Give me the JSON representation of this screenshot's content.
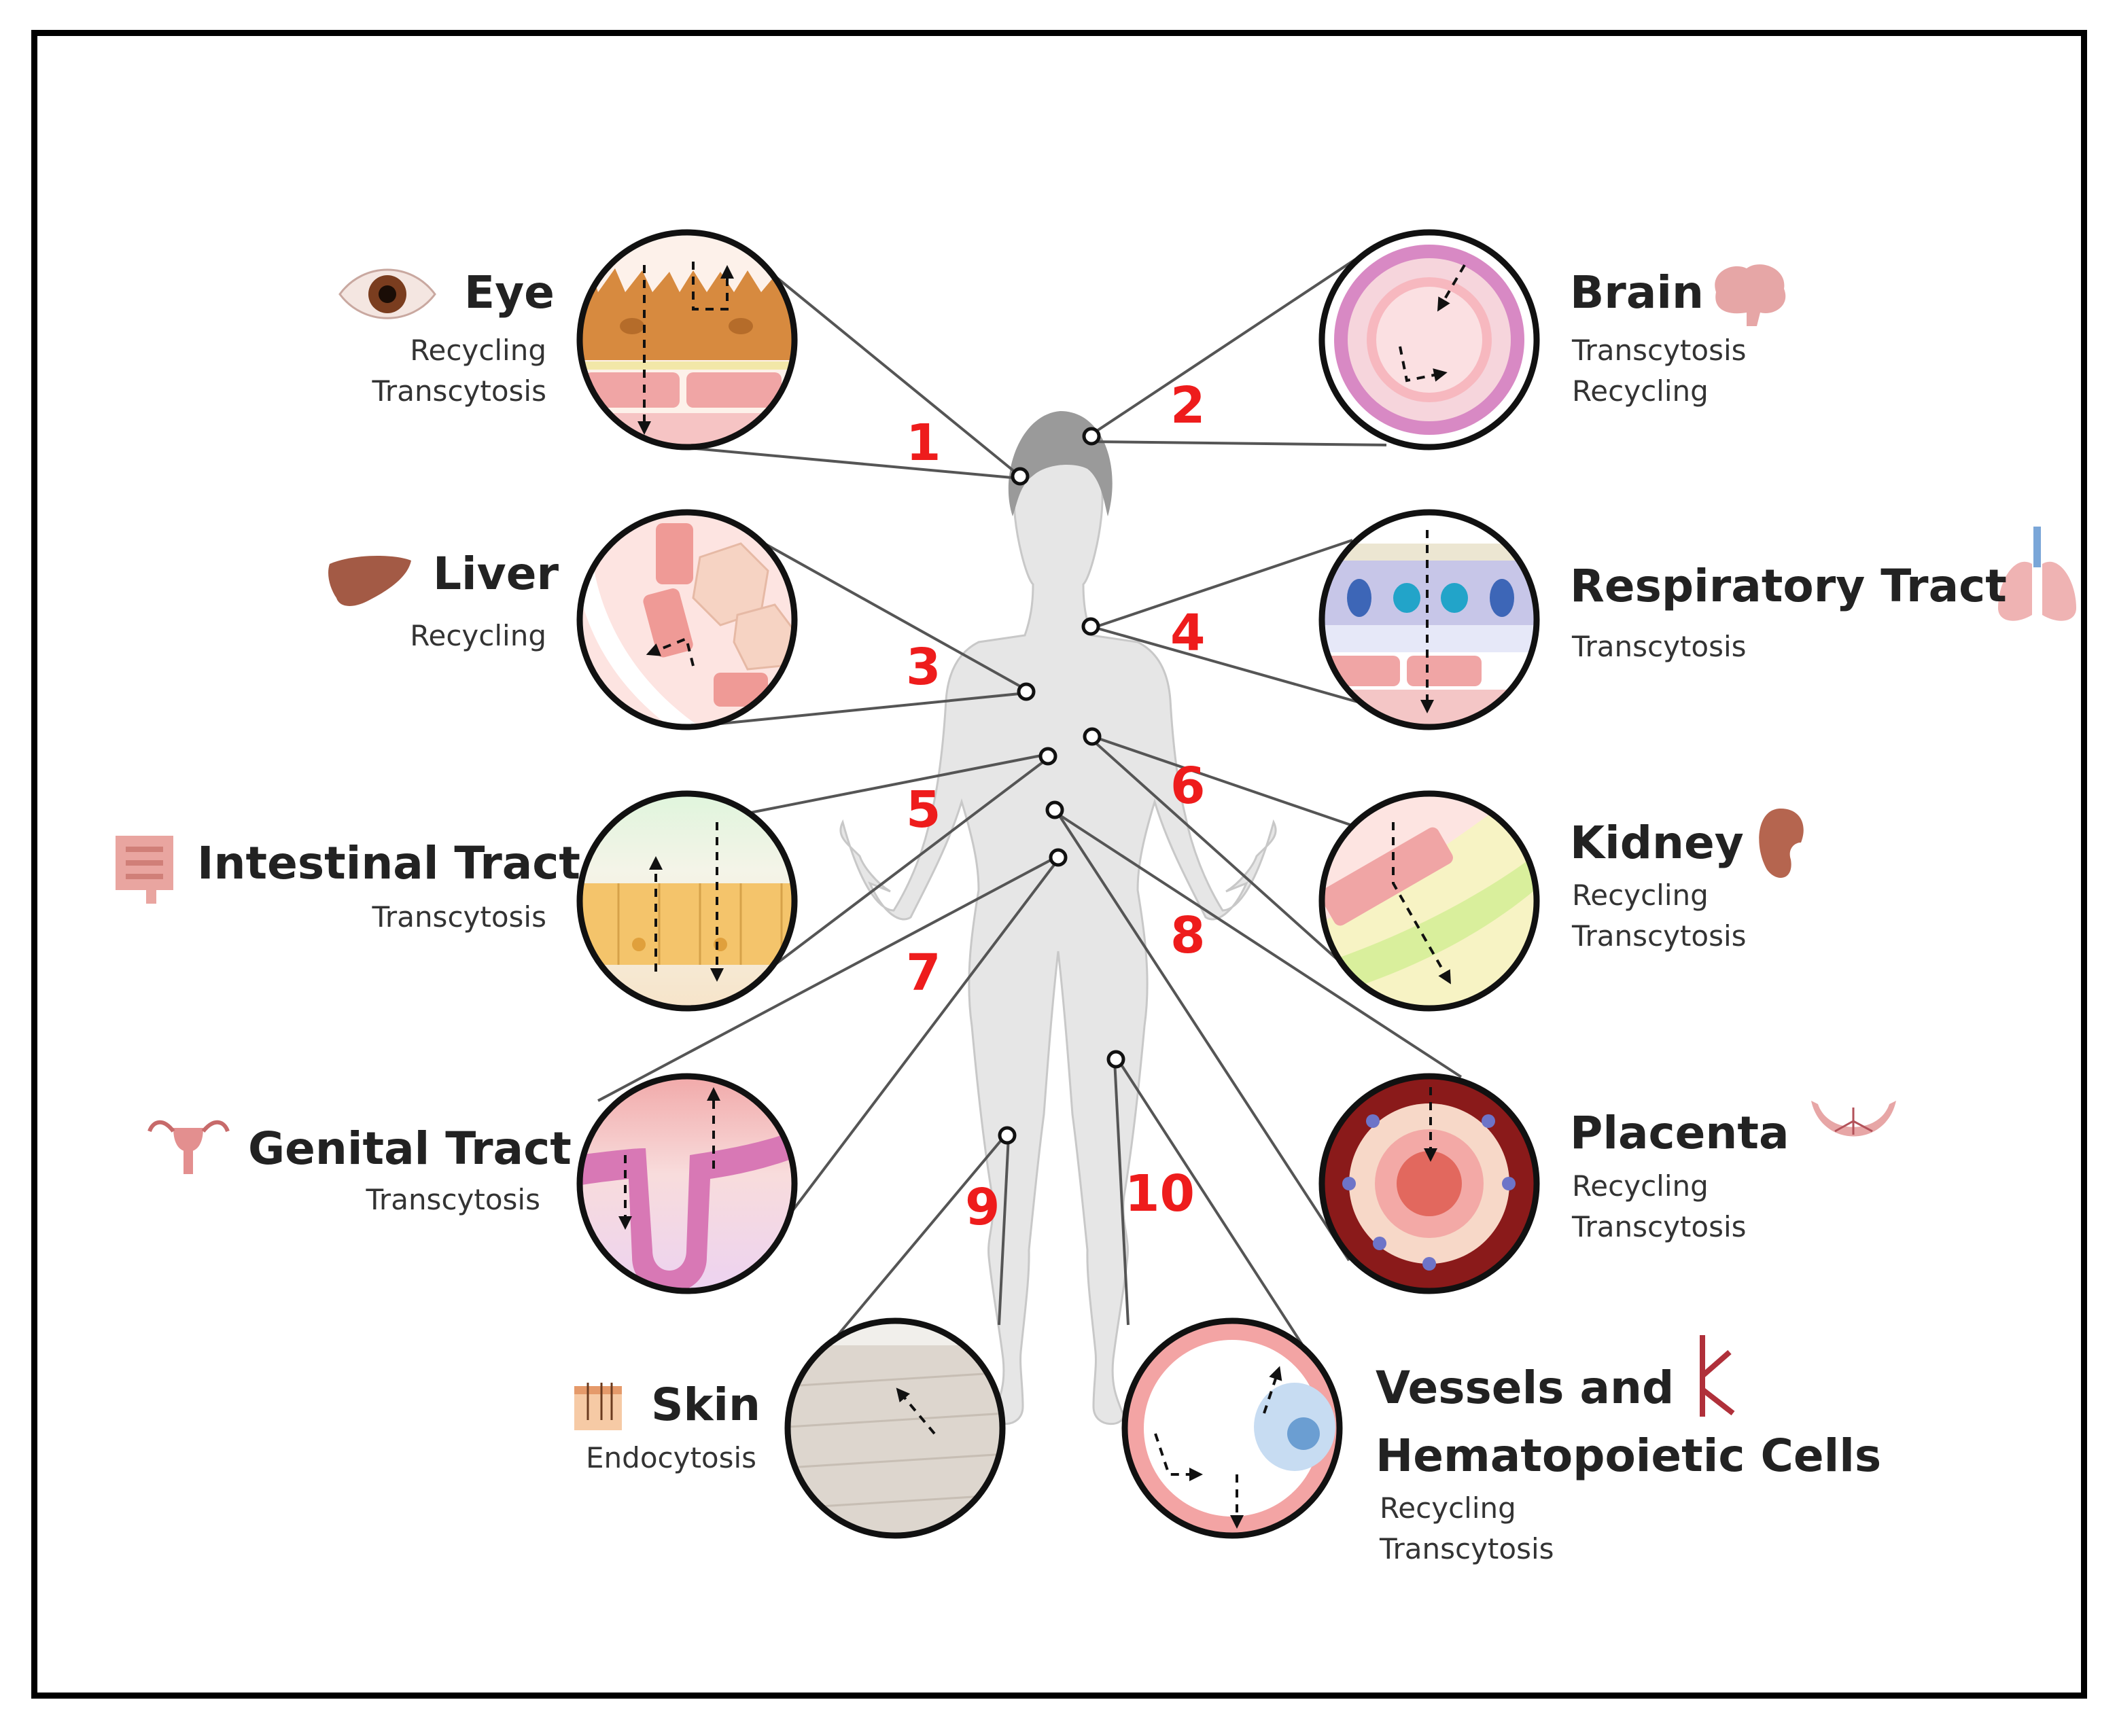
{
  "organs": [
    {
      "id": "eye",
      "num": "1",
      "title": "Eye",
      "mechanisms": [
        "Recycling",
        "Transcytosis"
      ]
    },
    {
      "id": "brain",
      "num": "2",
      "title": "Brain",
      "mechanisms": [
        "Transcytosis",
        "Recycling"
      ]
    },
    {
      "id": "liver",
      "num": "3",
      "title": "Liver",
      "mechanisms": [
        "Recycling"
      ]
    },
    {
      "id": "respiratory",
      "num": "4",
      "title": "Respiratory Tract",
      "mechanisms": [
        "Transcytosis"
      ]
    },
    {
      "id": "intestinal",
      "num": "5",
      "title": "Intestinal Tract",
      "mechanisms": [
        "Transcytosis"
      ]
    },
    {
      "id": "kidney",
      "num": "6",
      "title": "Kidney",
      "mechanisms": [
        "Recycling",
        "Transcytosis"
      ]
    },
    {
      "id": "genital",
      "num": "7",
      "title": "Genital Tract",
      "mechanisms": [
        "Transcytosis"
      ]
    },
    {
      "id": "placenta",
      "num": "8",
      "title": "Placenta",
      "mechanisms": [
        "Recycling",
        "Transcytosis"
      ]
    },
    {
      "id": "skin",
      "num": "9",
      "title": "Skin",
      "mechanisms": [
        "Endocytosis"
      ]
    },
    {
      "id": "vessels",
      "num": "10",
      "title_lines": [
        "Vessels and",
        "Hematopoietic Cells"
      ],
      "mechanisms": [
        "Recycling",
        "Transcytosis"
      ]
    }
  ],
  "colors": {
    "number": "#ee1c1c",
    "body": "#e6e6e6",
    "hair": "#9a9a9a",
    "connector": "#555555",
    "circle_border": "#111111",
    "organ_icon": "#c96a5e"
  }
}
